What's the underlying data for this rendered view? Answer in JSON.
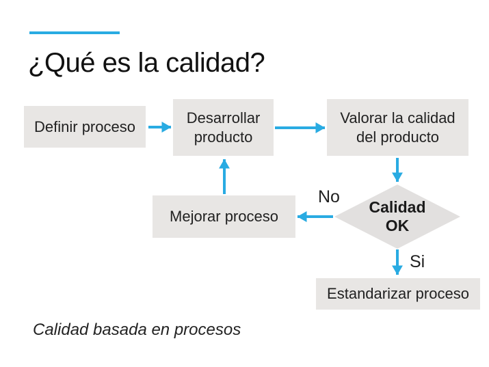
{
  "slide": {
    "title": "¿Qué es la calidad?",
    "footer_note": "Calidad basada en procesos"
  },
  "flowchart": {
    "nodes": {
      "definir": {
        "label": "Definir proceso"
      },
      "desarrollar": {
        "label": "Desarrollar producto"
      },
      "valorar": {
        "label": "Valorar la calidad del producto"
      },
      "decision": {
        "label": "Calidad\nOK"
      },
      "mejorar": {
        "label": "Mejorar proceso"
      },
      "estandarizar": {
        "label": "Estandarizar proceso"
      }
    },
    "edge_labels": {
      "no": "No",
      "si": "Si"
    }
  },
  "colors": {
    "accent": "#29ABE2",
    "node_fill": "#E8E6E4",
    "decision_fill": "#E2E0DF",
    "text": "#212121",
    "background": "#FFFFFF"
  }
}
